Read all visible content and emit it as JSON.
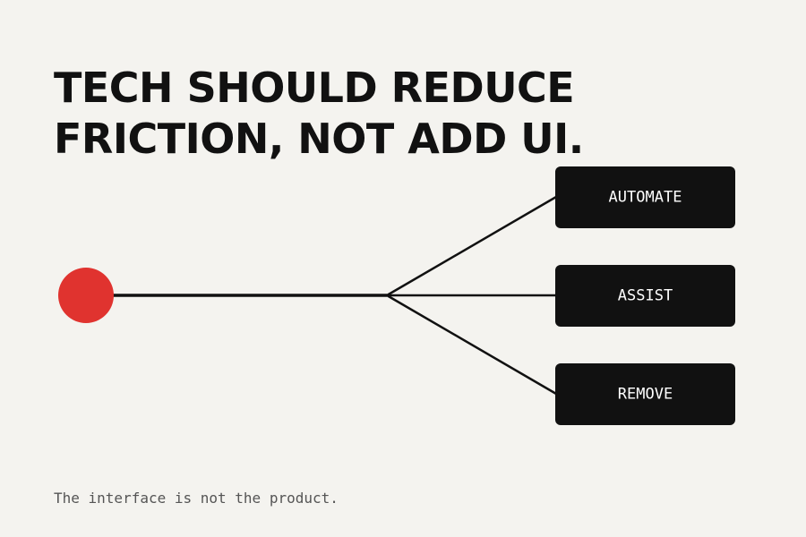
{
  "headline": {
    "line1": "TECH SHOULD REDUCE",
    "line2": "FRICTION, NOT ADD UI."
  },
  "diagram": {
    "origin_color": "#e0332f",
    "line_color": "#111111",
    "box_color": "#111111",
    "branches": [
      {
        "label": "AUTOMATE"
      },
      {
        "label": "ASSIST"
      },
      {
        "label": "REMOVE"
      }
    ]
  },
  "caption": "The interface is not the product."
}
